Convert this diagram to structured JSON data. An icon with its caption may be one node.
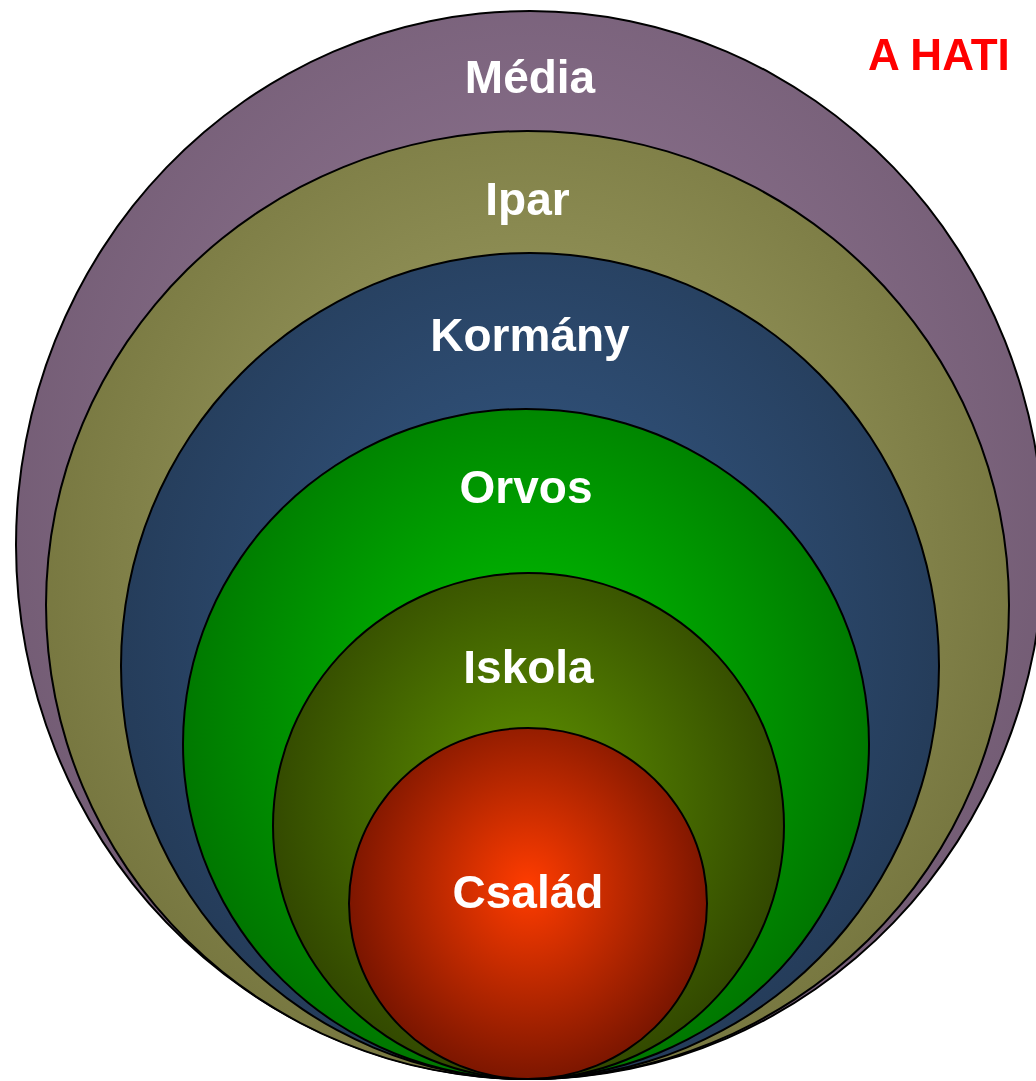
{
  "diagram": {
    "title": "A HATI",
    "nodes": [
      {
        "text": [
          "Média"
        ]
      },
      {
        "text": [
          "Ipar"
        ],
        "in": 0
      },
      {
        "text": [
          "Kormány"
        ],
        "in": 1
      },
      {
        "text": [
          "Orvos"
        ],
        "in": 2
      },
      {
        "text": [
          "Iskola"
        ],
        "in": 3
      },
      {
        "text": [
          "Család"
        ],
        "in": 4
      }
    ]
  }
}
